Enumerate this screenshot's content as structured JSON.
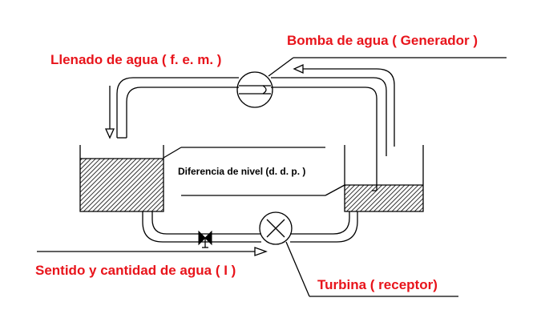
{
  "labels": {
    "pump": "Bomba de agua ( Generador )",
    "filling": "Llenado de agua ( f. e. m. )",
    "level_difference": "Diferencia de nivel (d. d. p. )",
    "flow": "Sentido y cantidad de agua ( I )",
    "turbine": "Turbina ( receptor)"
  },
  "colors": {
    "label": "#e8141b",
    "ink": "#000000"
  }
}
